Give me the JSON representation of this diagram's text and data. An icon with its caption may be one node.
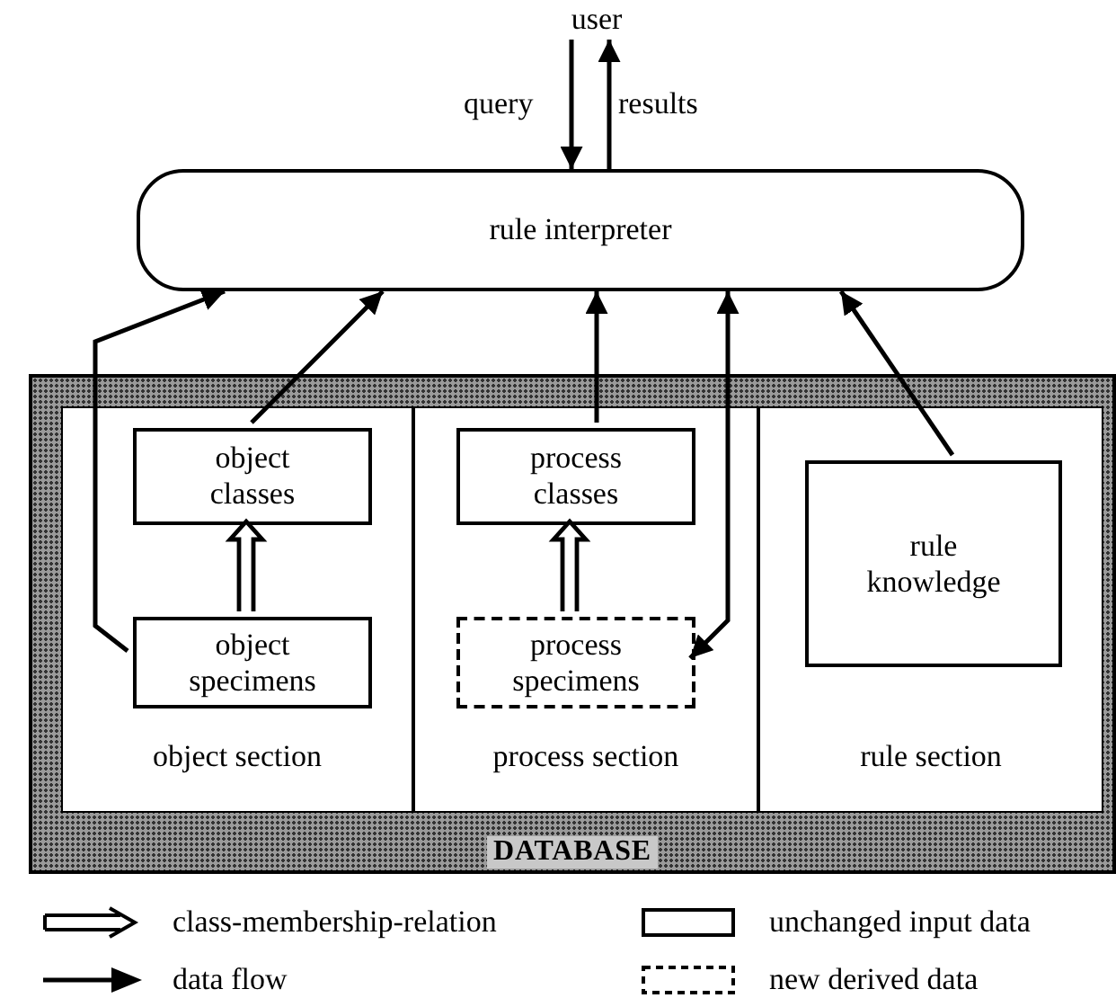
{
  "diagram": {
    "nodes": [
      {
        "text": [
          "user"
        ]
      },
      {
        "text": [
          "rule interpreter"
        ]
      },
      {
        "text": [
          "DATABASE"
        ]
      },
      {
        "text": [
          "object section"
        ],
        "in": 2
      },
      {
        "text": [
          "object classes"
        ],
        "in": 3
      },
      {
        "text": [
          "object specimens"
        ],
        "in": 3
      },
      {
        "text": [
          "process section"
        ],
        "in": 2
      },
      {
        "text": [
          "process classes"
        ],
        "in": 6
      },
      {
        "text": [
          "process specimens"
        ],
        "in": 6
      },
      {
        "text": [
          "rule section"
        ],
        "in": 2
      },
      {
        "text": [
          "rule knowledge"
        ],
        "in": 9
      }
    ],
    "edges": [
      {
        "from": 0,
        "to": 1,
        "arrow": "to",
        "label": "query"
      },
      {
        "from": 1,
        "to": 0,
        "arrow": "to",
        "label": "results"
      },
      {
        "from": 5,
        "to": 1,
        "arrow": "to"
      },
      {
        "from": 4,
        "to": 1,
        "arrow": "to"
      },
      {
        "from": 7,
        "to": 1,
        "arrow": "to"
      },
      {
        "from": 1,
        "to": 8,
        "arrow": "both"
      },
      {
        "from": 10,
        "to": 1,
        "arrow": "to"
      },
      {
        "from": 5,
        "to": 4,
        "arrow": "to",
        "style": "thick"
      },
      {
        "from": 8,
        "to": 7,
        "arrow": "to",
        "style": "thick"
      }
    ],
    "legend": [
      {
        "text": "class-membership-relation"
      },
      {
        "text": "unchanged input data"
      },
      {
        "text": "data flow"
      },
      {
        "text": "new derived data"
      }
    ]
  }
}
